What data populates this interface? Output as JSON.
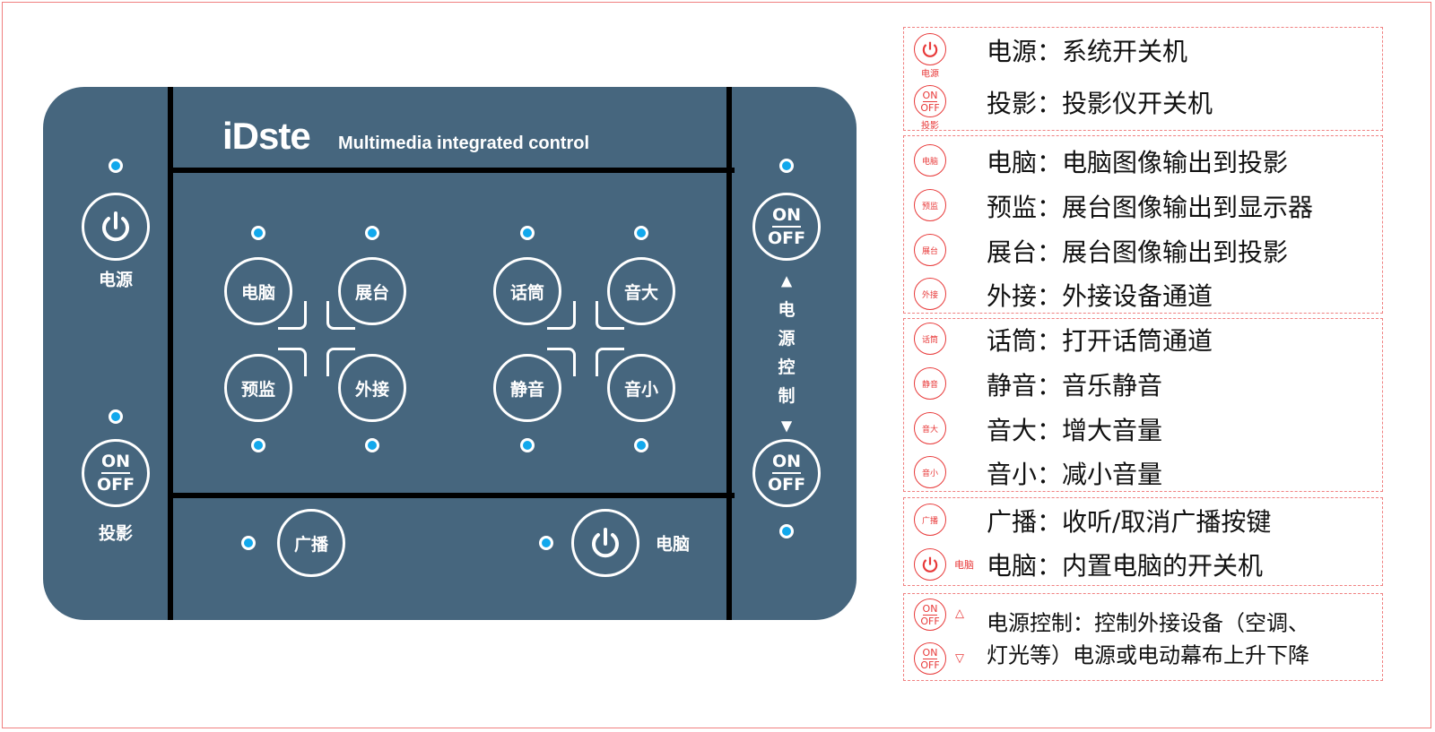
{
  "panel": {
    "logo": "iDste",
    "tagline": "Multimedia integrated control",
    "left": {
      "power_label": "电源",
      "projector_on": "ON",
      "projector_off": "OFF",
      "projector_label": "投影"
    },
    "right": {
      "on": "ON",
      "off": "OFF",
      "up_arrow": "▲",
      "vertical_label": "电源控制",
      "down_arrow": "▼"
    },
    "video_buttons": [
      "电脑",
      "展台",
      "预监",
      "外接"
    ],
    "audio_buttons": [
      "话筒",
      "音大",
      "静音",
      "音小"
    ],
    "bottom": {
      "broadcast": "广播",
      "pc_label": "电脑"
    },
    "colors": {
      "panel": "#46667e",
      "led": "#12a8ec"
    }
  },
  "legend": {
    "rows": [
      {
        "icon": "power-icon",
        "icon_label": "电源",
        "text": "电源：系统开关机"
      },
      {
        "icon": "on-off-icon",
        "icon_label": "投影",
        "text": "投影：投影仪开关机"
      },
      {
        "icon_label": "电脑",
        "text": "电脑：电脑图像输出到投影"
      },
      {
        "icon_label": "预监",
        "text": "预监：展台图像输出到显示器"
      },
      {
        "icon_label": "展台",
        "text": "展台：展台图像输出到投影"
      },
      {
        "icon_label": "外接",
        "text": "外接：外接设备通道"
      },
      {
        "icon_label": "话筒",
        "text": "话筒：打开话筒通道"
      },
      {
        "icon_label": "静音",
        "text": "静音：音乐静音"
      },
      {
        "icon_label": "音大",
        "text": "音大：增大音量"
      },
      {
        "icon_label": "音小",
        "text": "音小：减小音量"
      },
      {
        "icon_label": "广播",
        "text": "广播：收听/取消广播按键"
      },
      {
        "icon": "power-icon",
        "icon_label": "电脑",
        "text": "电脑：内置电脑的开关机"
      }
    ],
    "power_control": {
      "on": "ON",
      "off": "OFF",
      "up": "△",
      "down": "▽",
      "line1": "电源控制：控制外接设备（空调、",
      "line2": "灯光等）电源或电动幕布上升下降"
    },
    "color": "#e83a3a"
  }
}
